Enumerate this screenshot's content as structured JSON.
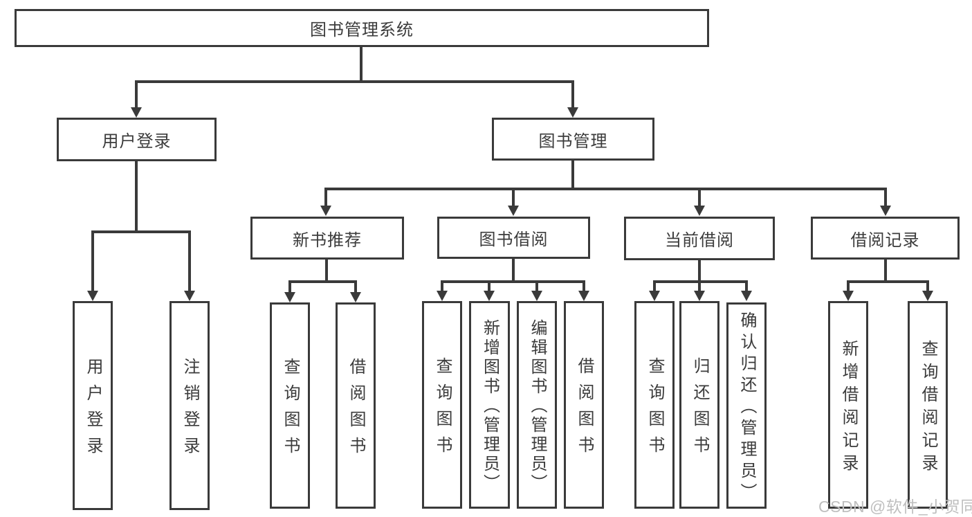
{
  "tree": {
    "root": "图书管理系统",
    "branches": [
      {
        "label": "用户登录",
        "children": [
          "用户登录",
          "注销登录"
        ]
      },
      {
        "label": "图书管理",
        "groups": [
          {
            "label": "新书推荐",
            "children": [
              "查询图书",
              "借阅图书"
            ]
          },
          {
            "label": "图书借阅",
            "children": [
              "查询图书",
              "新增图书（管理员）",
              "编辑图书（管理员）",
              "借阅图书"
            ]
          },
          {
            "label": "当前借阅",
            "children": [
              "查询图书",
              "归还图书",
              "确认归还（管理员）"
            ]
          },
          {
            "label": "借阅记录",
            "children": [
              "新增借阅记录",
              "查询借阅记录"
            ]
          }
        ]
      }
    ]
  },
  "watermark": "CSDN @软件_小贺同学",
  "colors": {
    "line": "#3a3a3a",
    "text": "#3b3b3b",
    "watermark": "#bfbfbf",
    "background": "#ffffff"
  }
}
